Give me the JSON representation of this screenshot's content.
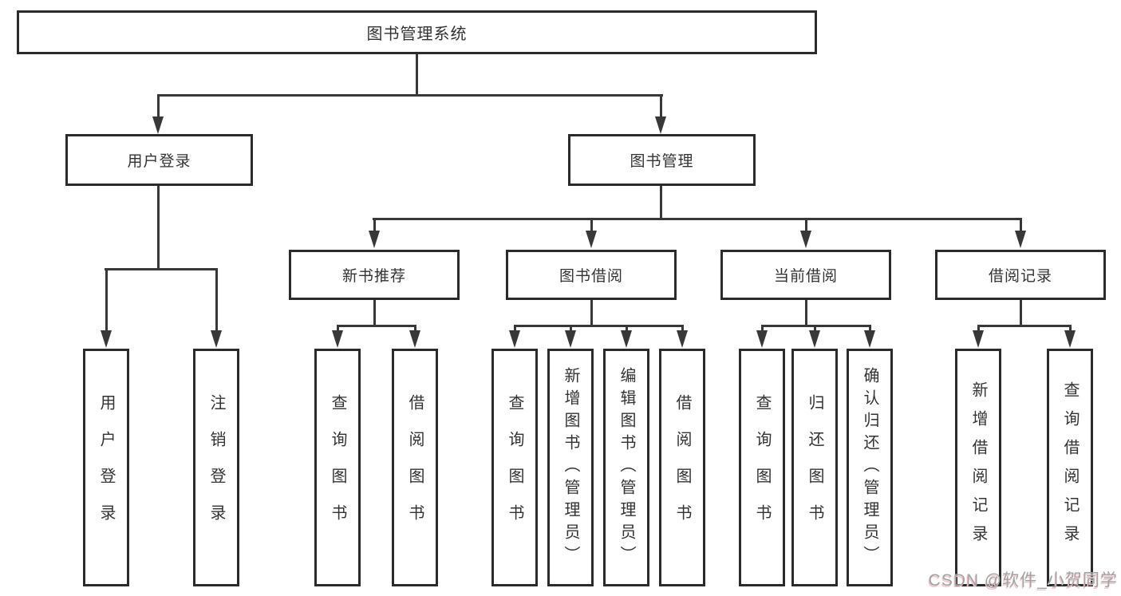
{
  "title": "图书管理系统",
  "watermark": "CSDN @软件_小贺同学",
  "colors": {
    "line": "#383838",
    "box_border": "#2b2b2b",
    "text": "#333333",
    "background": "#ffffff",
    "watermark": "#a3a3a3",
    "watermark_shadow": "#f0c6cd"
  },
  "nodes": {
    "root": "图书管理系统",
    "branches": [
      {
        "label": "用户登录",
        "children": [
          "用户登录",
          "注销登录"
        ]
      },
      {
        "label": "图书管理",
        "children": [
          {
            "label": "新书推荐",
            "children": [
              "查询图书",
              "借阅图书"
            ]
          },
          {
            "label": "图书借阅",
            "children": [
              "查询图书",
              "新增图书（管理员）",
              "编辑图书（管理员）",
              "借阅图书"
            ]
          },
          {
            "label": "当前借阅",
            "children": [
              "查询图书",
              "归还图书",
              "确认归还（管理员）"
            ]
          },
          {
            "label": "借阅记录",
            "children": [
              "新增借阅记录",
              "查询借阅记录"
            ]
          }
        ]
      }
    ]
  }
}
